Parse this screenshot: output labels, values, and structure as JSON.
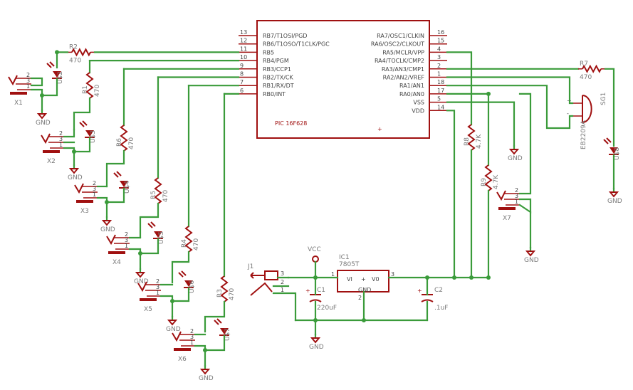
{
  "pic": {
    "name": "PIC 16F628",
    "left_pins": [
      {
        "num": "13",
        "label": "RB7/T1OSI/PGD"
      },
      {
        "num": "12",
        "label": "RB6/T1OSO/T1CLK/PGC"
      },
      {
        "num": "11",
        "label": "RB5"
      },
      {
        "num": "10",
        "label": "RB4/PGM"
      },
      {
        "num": "9",
        "label": "RB3/CCP1"
      },
      {
        "num": "8",
        "label": "RB2/TX/CK"
      },
      {
        "num": "7",
        "label": "RB1/RX/DT"
      },
      {
        "num": "6",
        "label": "RB0/INT"
      }
    ],
    "right_pins": [
      {
        "num": "16",
        "label": "RA7/OSC1/CLKIN"
      },
      {
        "num": "15",
        "label": "RA6/OSC2/CLKOUT"
      },
      {
        "num": "4",
        "label": "RA5/MCLR/VPP"
      },
      {
        "num": "3",
        "label": "RA4/TOCLK/CMP2"
      },
      {
        "num": "2",
        "label": "RA3/AN3/CMP1"
      },
      {
        "num": "1",
        "label": "RA2/AN2/VREF"
      },
      {
        "num": "18",
        "label": "RA1/AN1"
      },
      {
        "num": "17",
        "label": "RA0/AN0"
      },
      {
        "num": "5",
        "label": "VSS"
      },
      {
        "num": "14",
        "label": "VDD"
      }
    ]
  },
  "resistors": [
    {
      "id": "R2",
      "value": "470"
    },
    {
      "id": "R1",
      "value": "470"
    },
    {
      "id": "R6",
      "value": "470"
    },
    {
      "id": "R5",
      "value": "470"
    },
    {
      "id": "R4",
      "value": "470"
    },
    {
      "id": "R3",
      "value": "470"
    },
    {
      "id": "R7",
      "value": "470"
    },
    {
      "id": "R8",
      "value": "4.7K"
    },
    {
      "id": "R9",
      "value": "4.7K"
    }
  ],
  "leds": [
    "U$2",
    "U$3",
    "U$4",
    "U$5",
    "U$6",
    "U$7",
    "U$8"
  ],
  "connectors": [
    "X1",
    "X2",
    "X3",
    "X4",
    "X5",
    "X6",
    "X7"
  ],
  "pin_numbers": {
    "one": "1",
    "two": "2",
    "three": "3"
  },
  "ground_label": "GND",
  "vcc_label": "VCC",
  "buzzer": {
    "id": "SG1",
    "part": "EB2209A",
    "plus": "+",
    "minus": "-"
  },
  "regulator": {
    "id": "IC1",
    "part": "7805T",
    "vi": "VI",
    "vo": "V0",
    "gnd": "GND",
    "plus": "+"
  },
  "capacitors": [
    {
      "id": "C1",
      "value": "220uF"
    },
    {
      "id": "C2",
      "value": ".1uF"
    }
  ],
  "jack": {
    "id": "J1"
  },
  "colors": {
    "wire": "#3a9b3a",
    "component": "#a01010",
    "label": "#7a7a7a",
    "background": "#ffffff"
  }
}
